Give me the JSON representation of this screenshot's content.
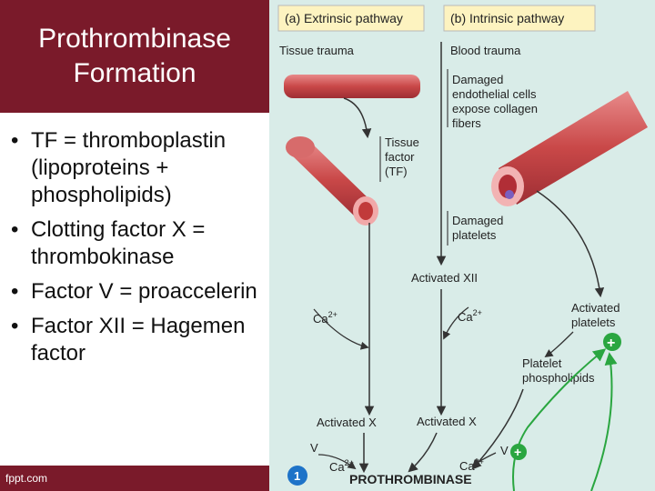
{
  "slide": {
    "title_line1": "Prothrombinase",
    "title_line2": "Formation",
    "bullets": [
      "TF = thromboplastin (lipoproteins + phospholipids)",
      "Clotting factor X = thrombokinase",
      "Factor V = proaccelerin",
      "Factor XII = Hagemen factor"
    ],
    "footer": "fppt.com"
  },
  "diagram": {
    "header_a": "(a) Extrinsic pathway",
    "header_b": "(b) Intrinsic pathway",
    "tissue_trauma": "Tissue trauma",
    "blood_trauma": "Blood trauma",
    "damaged_endo": [
      "Damaged",
      "endothelial cells",
      "expose collagen",
      "fibers"
    ],
    "tissue_factor": [
      "Tissue",
      "factor",
      "(TF)"
    ],
    "damaged_platelets": [
      "Damaged",
      "platelets"
    ],
    "activated_xii": "Activated XII",
    "ca_left": "Ca",
    "ca_mid": "Ca",
    "ca_bottom_left": "Ca",
    "ca_bottom_right": "Ca",
    "superscript": "2+",
    "activated_platelets": [
      "Activated",
      "platelets"
    ],
    "platelet_phospholipids": [
      "Platelet",
      "phospholipids"
    ],
    "activated_x_left": "Activated X",
    "activated_x_right": "Activated X",
    "v_left": "V",
    "v_right": "V",
    "step_number": "1",
    "prothrombinase": "PROTHROMBINASE",
    "plus_sign": "+",
    "colors": {
      "title_band": "#7a1a2a",
      "diagram_bg": "#d9ece8",
      "header_box": "#fdf3c0",
      "vessel": "#c94848",
      "arrow": "#333333",
      "feedback": "#2aa640",
      "step_circle": "#1e73c8"
    }
  }
}
